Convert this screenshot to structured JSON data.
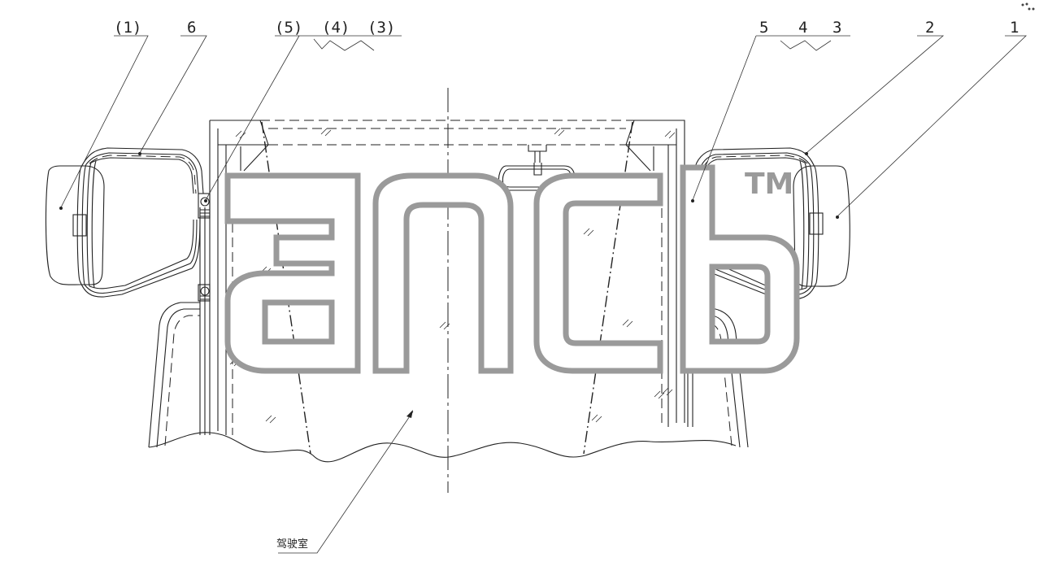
{
  "labels": {
    "left_mirror": "(1)",
    "left_arm": "6",
    "left_group": [
      "(5)",
      "(4)",
      "(3)"
    ],
    "right_group": [
      "5",
      "4",
      "3"
    ],
    "right_arm": "2",
    "right_mirror": "1",
    "cab": "驾驶室"
  },
  "watermark": {
    "mark": "TM"
  }
}
